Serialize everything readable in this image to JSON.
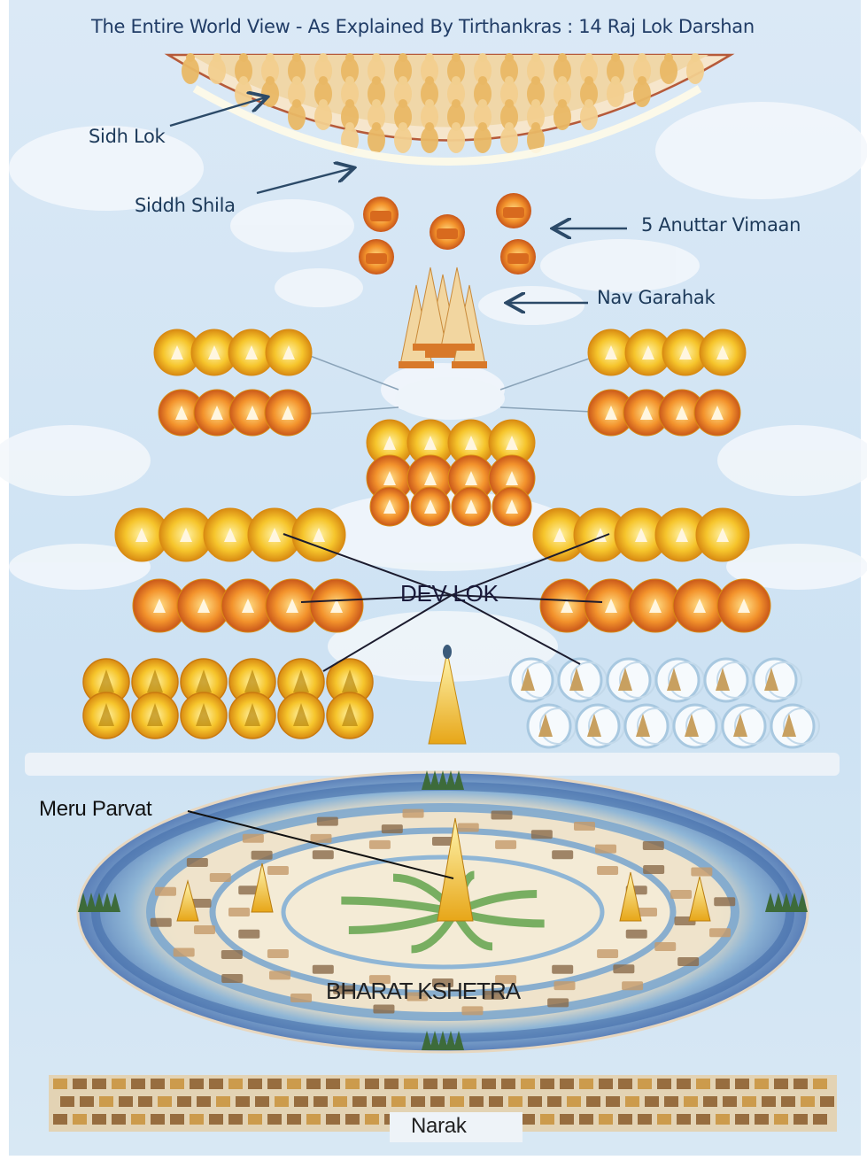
{
  "title": "The Entire World View - As Explained By Tirthankras : 14 Raj Lok Darshan",
  "labels": {
    "sidh_lok": "Sidh Lok",
    "siddh_shila": "Siddh Shila",
    "anuttar_vimaan": "5 Anuttar Vimaan",
    "nav_garahak": "Nav Garahak",
    "dev_lok": "DEV LOK",
    "meru_parvat": "Meru Parvat",
    "bharat_kshetra": "BHARAT KSHETRA",
    "narak": "Narak"
  },
  "colors": {
    "sky": "#cfe4f4",
    "cloud": "#f4f8fb",
    "gold": "#f4c430",
    "orange": "#e8852a",
    "crescent": "#a8c8e0",
    "ocean": "#5a8fb8",
    "land": "#f2e6d0",
    "arrow": "#2c4a68"
  }
}
